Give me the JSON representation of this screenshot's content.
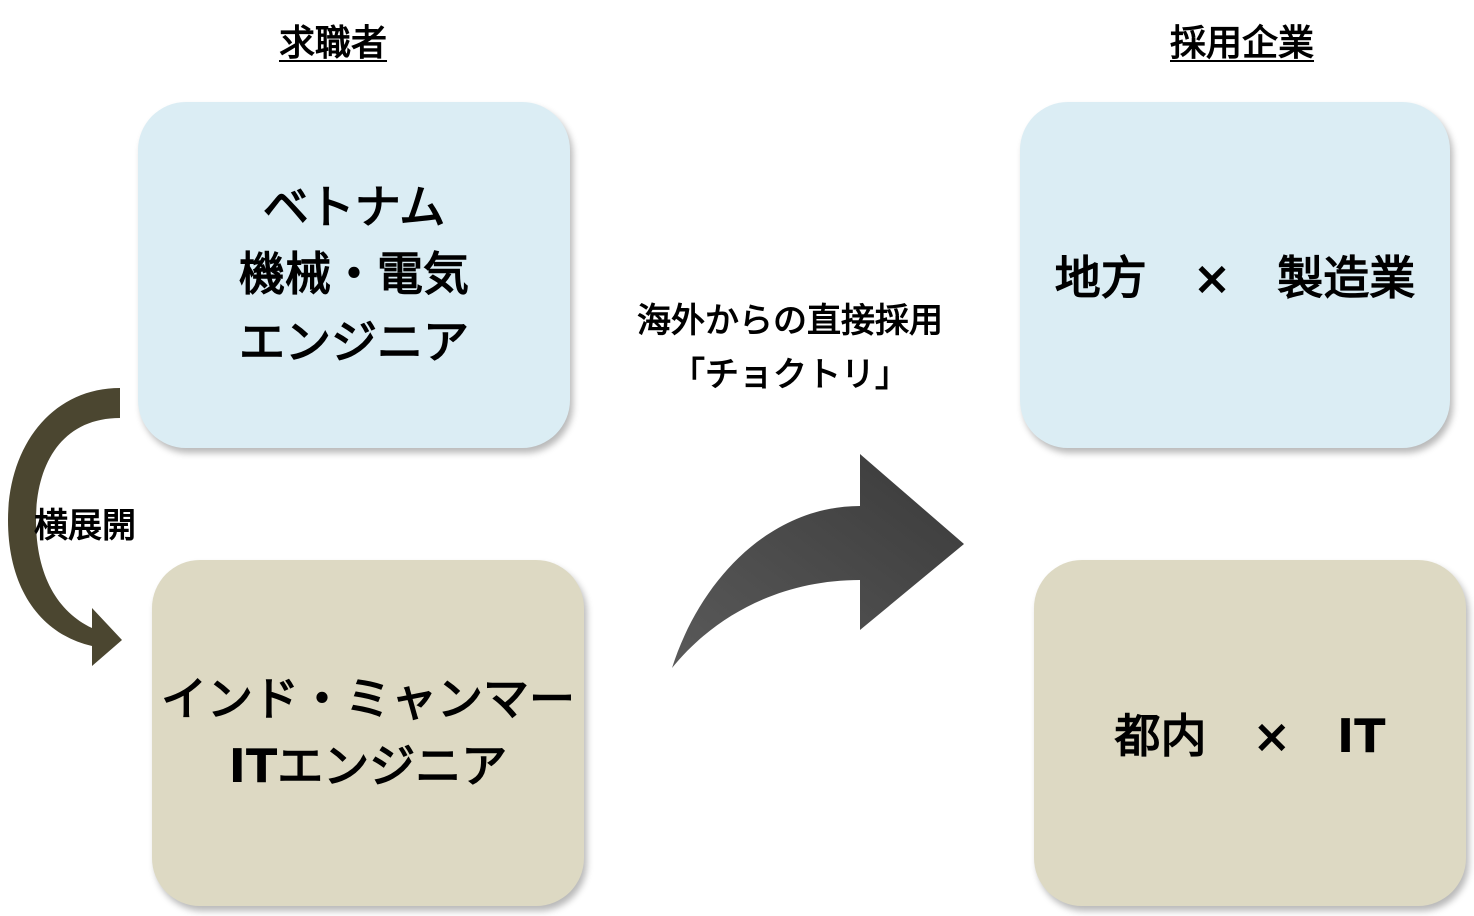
{
  "headings": {
    "job_seekers": "求職者",
    "employers": "採用企業"
  },
  "boxes": {
    "vietnam_lines": [
      "ベトナム",
      "機械・電気",
      "エンジニア"
    ],
    "india_lines": [
      "インド・ミャンマー",
      "ITエンジニア"
    ],
    "regional": "地方　×　製造業",
    "tokyo": "都内　×　IT"
  },
  "labels": {
    "expansion": "横展開",
    "direct_hiring_lines": [
      "海外からの直接採用",
      "「チョクトリ」"
    ]
  },
  "colors": {
    "box_blue": "#dbedf4",
    "box_tan": "#ddd9c3",
    "curve_arrow": "#4b4630",
    "main_arrow": "#414141"
  }
}
